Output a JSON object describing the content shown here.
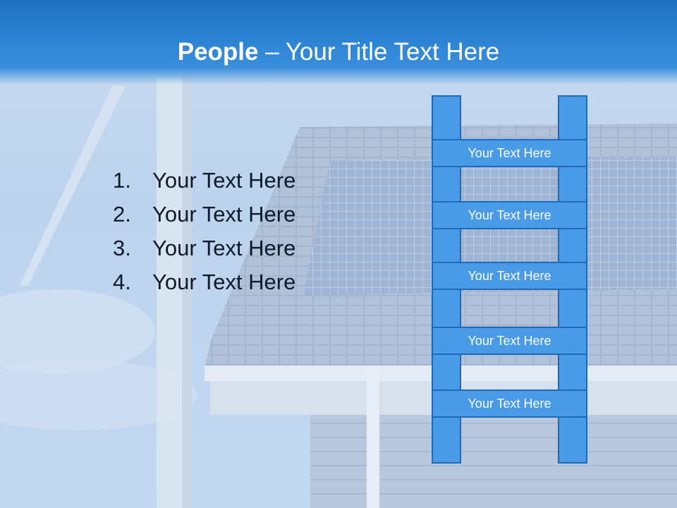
{
  "title": {
    "bold": "People",
    "rest": " – Your Title Text Here"
  },
  "list": [
    {
      "number": "1.",
      "text": "Your Text Here"
    },
    {
      "number": "2.",
      "text": "Your Text Here"
    },
    {
      "number": "3.",
      "text": "Your Text Here"
    },
    {
      "number": "4.",
      "text": "Your Text Here"
    }
  ],
  "ladder": {
    "rungs": [
      "Your Text Here",
      "Your Text Here",
      "Your Text Here",
      "Your Text Here",
      "Your Text Here"
    ]
  },
  "colors": {
    "title_bar": "#2c83d3",
    "ladder_fill": "#4a9be7",
    "ladder_border": "#1f6ab8"
  }
}
